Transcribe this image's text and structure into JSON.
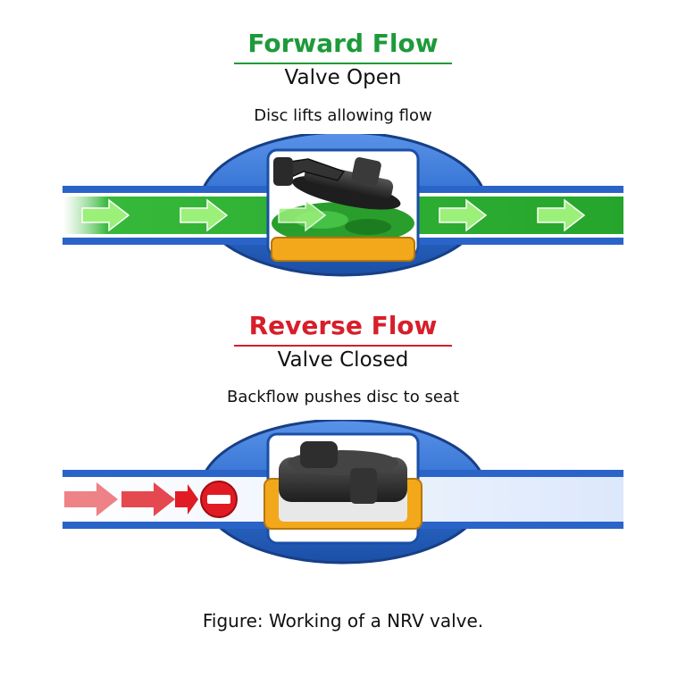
{
  "forward": {
    "title": "Forward Flow",
    "state": "Valve Open",
    "description": "Disc lifts allowing flow"
  },
  "reverse": {
    "title": "Reverse Flow",
    "state": "Valve Closed",
    "description": "Backflow pushes disc to seat"
  },
  "caption": "Figure: Working of a NRV valve.",
  "colors": {
    "forward_title": "#1e9a3a",
    "reverse_title": "#d81e2a",
    "valve_body": "#2f6fd0",
    "valve_body_dark": "#1b4fa6",
    "pipe": "#2a64c8",
    "seat": "#f2a81a",
    "disc": "#2b2b2b",
    "forward_arrow": "#9bf07a",
    "reverse_arrow": "#e01b24",
    "green_flow": "#2fae2f"
  },
  "icons": {
    "forward_arrows": "right-arrow-icon",
    "blocked": "no-entry-icon"
  }
}
